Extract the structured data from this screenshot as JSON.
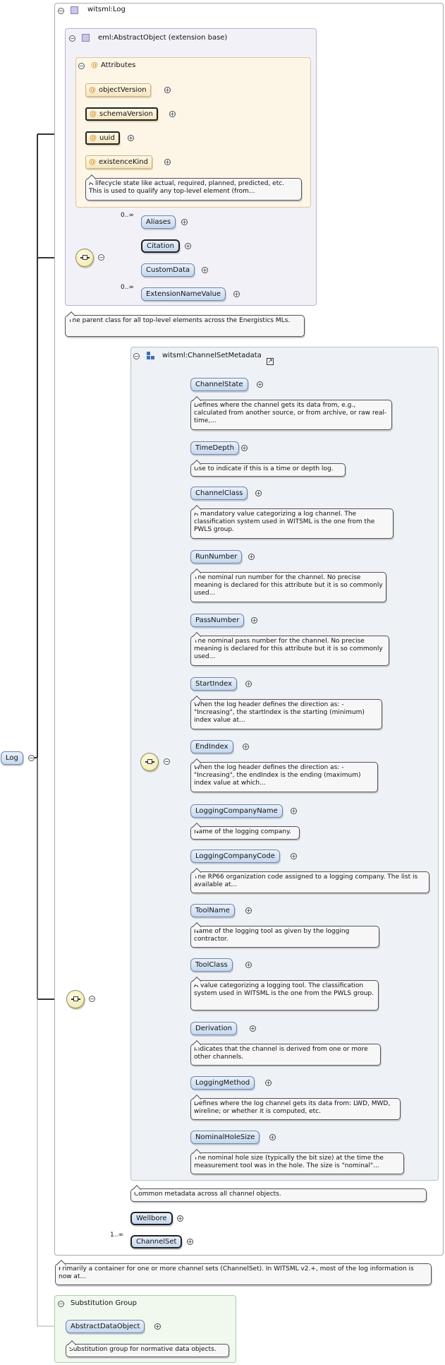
{
  "root": {
    "label": "Log"
  },
  "log_panel": {
    "title": "witsml:Log"
  },
  "abstract_panel": {
    "title": "eml:AbstractObject (extension base)"
  },
  "attributes_panel": {
    "title": "Attributes",
    "items": [
      {
        "label": "objectVersion"
      },
      {
        "label": "schemaVersion"
      },
      {
        "label": "uuid"
      },
      {
        "label": "existenceKind"
      }
    ],
    "doc": "A lifecycle state like actual, required, planned, predicted, etc. This is used to qualify any top-level element (from..."
  },
  "abstract_children": [
    {
      "label": "Aliases",
      "occurrence": "0..∞"
    },
    {
      "label": "Citation",
      "occurrence": ""
    },
    {
      "label": "CustomData",
      "occurrence": ""
    },
    {
      "label": "ExtensionNameValue",
      "occurrence": "0..∞"
    }
  ],
  "abstract_doc": "The parent class for all top-level elements across the Energistics MLs.",
  "csm_panel": {
    "title": "witsml:ChannelSetMetadata"
  },
  "csm_children": [
    {
      "label": "ChannelState",
      "doc": "Defines where the channel gets its data from, e.g., calculated from another source, or from archive, or raw real-time,..."
    },
    {
      "label": "TimeDepth",
      "doc": "Use to indicate if this is a time or depth log."
    },
    {
      "label": "ChannelClass",
      "doc": "A mandatory value categorizing a log channel. The classification system used in WITSML is the one from the PWLS group."
    },
    {
      "label": "RunNumber",
      "doc": "The nominal run number for the channel. No precise meaning is declared for this attribute but it is so commonly used..."
    },
    {
      "label": "PassNumber",
      "doc": "The nominal pass number for the channel. No precise meaning is declared for this attribute but it is so commonly used..."
    },
    {
      "label": "StartIndex",
      "doc": "When the log header defines the direction as: - \"Increasing\", the startIndex is the starting (minimum) index value at..."
    },
    {
      "label": "EndIndex",
      "doc": "When the log header defines the direction as: - \"Increasing\", the endIndex is the ending (maximum) index value at which..."
    },
    {
      "label": "LoggingCompanyName",
      "doc": "Name of the logging company."
    },
    {
      "label": "LoggingCompanyCode",
      "doc": "The RP66 organization code assigned to a logging company. The list is available at..."
    },
    {
      "label": "ToolName",
      "doc": "Name of the logging tool as given by the logging contractor."
    },
    {
      "label": "ToolClass",
      "doc": "A value categorizing a logging tool. The classification system used in WITSML is the one from the PWLS group."
    },
    {
      "label": "Derivation",
      "doc": "Indicates that the channel is derived from one or more other channels."
    },
    {
      "label": "LoggingMethod",
      "doc": "Defines where the log channel gets its data from: LWD, MWD, wireline; or whether it is computed, etc."
    },
    {
      "label": "NominalHoleSize",
      "doc": "The nominal hole size (typically the bit size) at the time the measurement tool was in the hole. The size is \"nominal\"..."
    }
  ],
  "csm_doc": "Common metadata across all channel objects.",
  "log_children": [
    {
      "label": "Wellbore",
      "occurrence": ""
    },
    {
      "label": "ChannelSet",
      "occurrence": "1..∞"
    }
  ],
  "log_doc": "Primarily a container for one or more channel sets (ChannelSet). In WITSML v2.+, most of the log information is now at...",
  "substitution_panel": {
    "title": "Substitution Group",
    "node": "AbstractDataObject",
    "doc": "Substitution group for normative data objects."
  },
  "icons": {
    "toggle": "collapse-toggle-icon",
    "plus": "expand-plus-icon",
    "sequence": "sequence-compositor-icon",
    "complex_type": "complex-type-icon",
    "group": "group-type-icon",
    "external_link": "external-link-icon",
    "attribute": "attribute-at-icon"
  },
  "colors": {
    "node_fill": "#c6d8ee",
    "attribute_fill": "#f4e6c2",
    "abstract_panel": "#f3f1f8",
    "attributes_panel": "#fdf6e6",
    "substitution_panel": "#f1f9ef"
  }
}
